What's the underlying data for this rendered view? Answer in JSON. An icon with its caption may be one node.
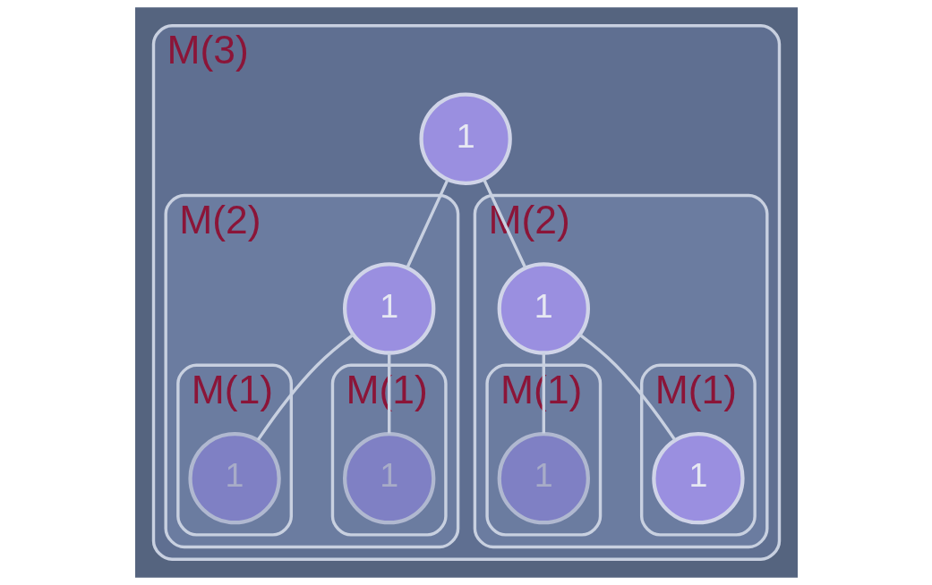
{
  "diagram": {
    "nodes": [
      {
        "text": [
          "M(3)"
        ]
      },
      {
        "text": [
          "1"
        ],
        "in": 0
      },
      {
        "text": [
          "M(2)"
        ],
        "in": 0
      },
      {
        "text": [
          "1"
        ],
        "in": 2
      },
      {
        "text": [
          "M(1)"
        ],
        "in": 2
      },
      {
        "text": [
          "1"
        ],
        "in": 4
      },
      {
        "text": [
          "M(1)"
        ],
        "in": 2
      },
      {
        "text": [
          "1"
        ],
        "in": 6
      },
      {
        "text": [
          "M(2)"
        ],
        "in": 0
      },
      {
        "text": [
          "1"
        ],
        "in": 8
      },
      {
        "text": [
          "M(1)"
        ],
        "in": 8
      },
      {
        "text": [
          "1"
        ],
        "in": 10
      },
      {
        "text": [
          "M(1)"
        ],
        "in": 8
      },
      {
        "text": [
          "1"
        ],
        "in": 12
      }
    ],
    "edges": [
      {
        "from": 1,
        "to": 3,
        "arrow": "none"
      },
      {
        "from": 1,
        "to": 9,
        "arrow": "none"
      },
      {
        "from": 3,
        "to": 5,
        "arrow": "none"
      },
      {
        "from": 3,
        "to": 7,
        "arrow": "none"
      },
      {
        "from": 9,
        "to": 11,
        "arrow": "none"
      },
      {
        "from": 9,
        "to": 13,
        "arrow": "none"
      }
    ]
  }
}
